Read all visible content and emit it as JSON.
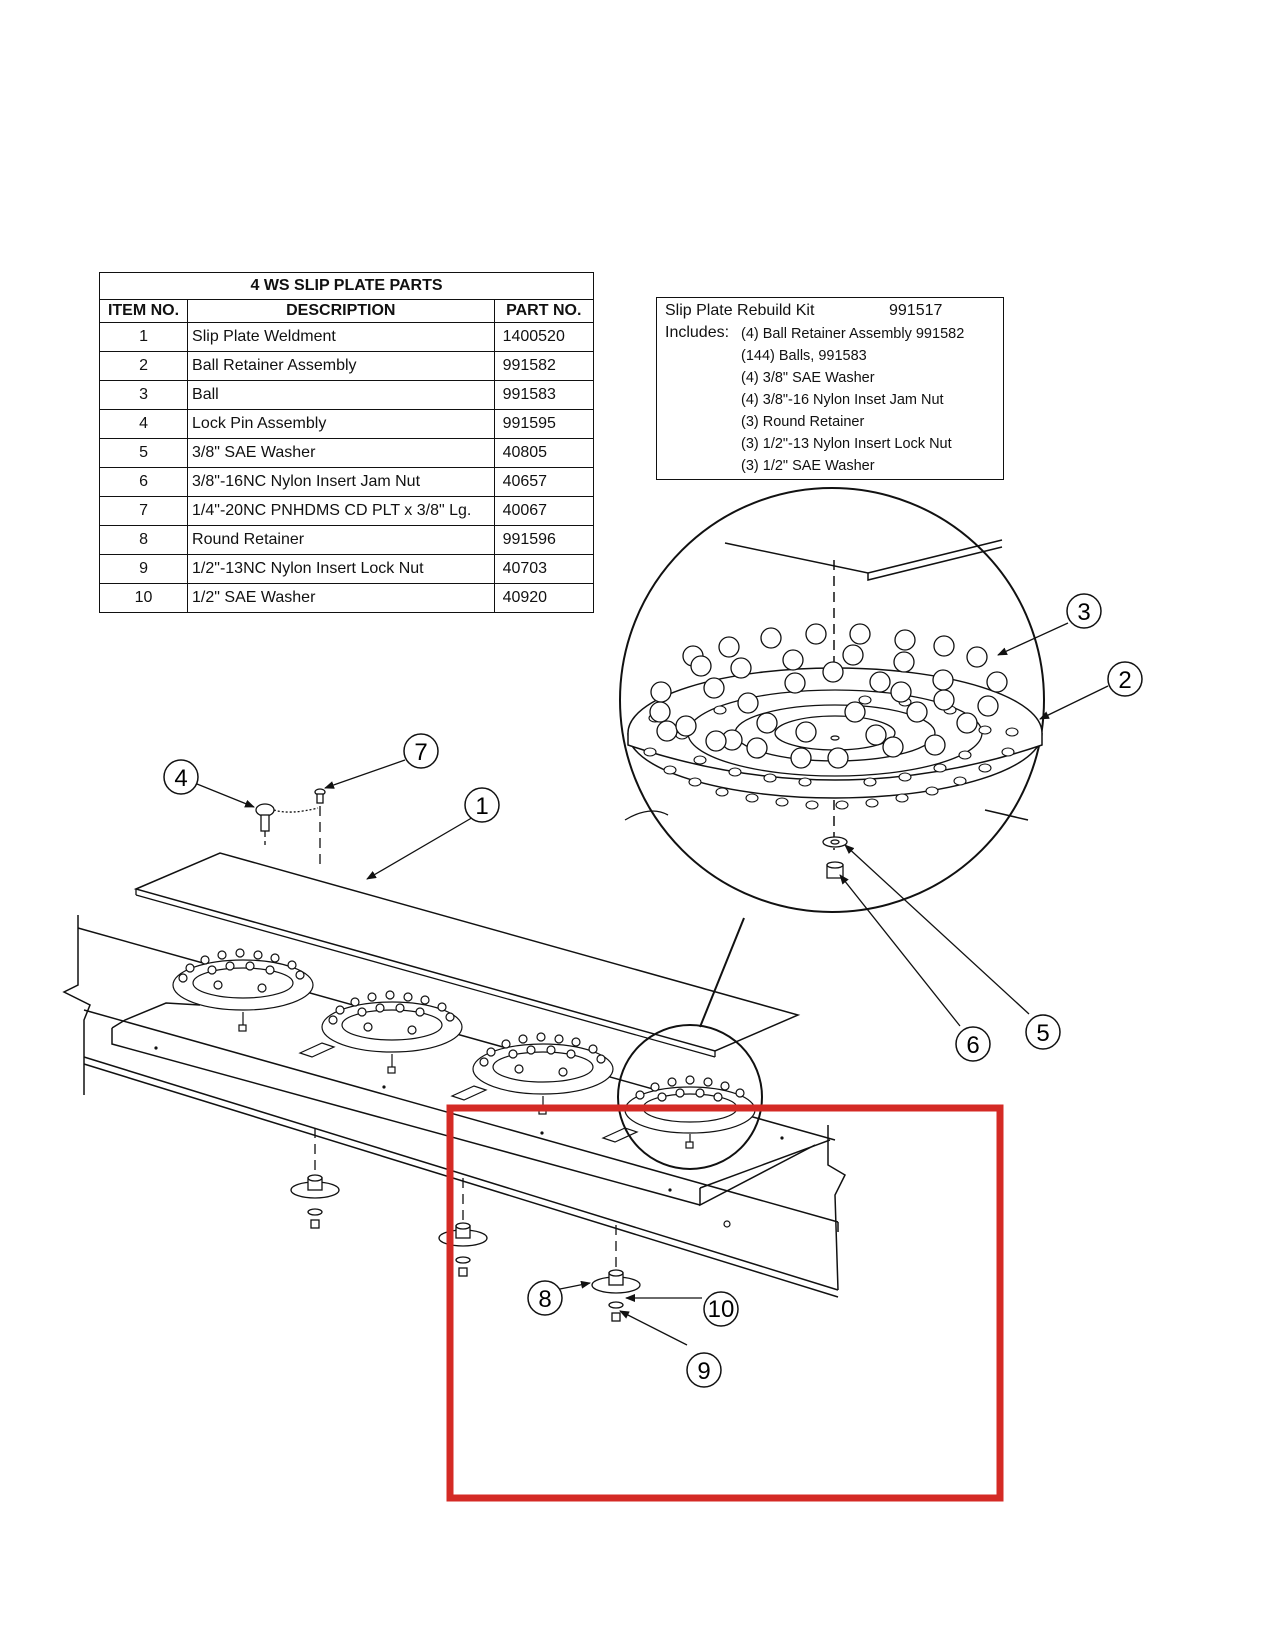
{
  "parts_table": {
    "title": "4 WS SLIP PLATE PARTS",
    "headers": [
      "ITEM NO.",
      "DESCRIPTION",
      "PART NO."
    ],
    "rows": [
      {
        "item": "1",
        "description": "Slip Plate Weldment",
        "part": "1400520"
      },
      {
        "item": "2",
        "description": "Ball Retainer Assembly",
        "part": "991582"
      },
      {
        "item": "3",
        "description": "Ball",
        "part": "991583"
      },
      {
        "item": "4",
        "description": "Lock Pin Assembly",
        "part": "991595"
      },
      {
        "item": "5",
        "description": "3/8\" SAE Washer",
        "part": "40805"
      },
      {
        "item": "6",
        "description": "3/8\"-16NC Nylon Insert Jam Nut",
        "part": "40657"
      },
      {
        "item": "7",
        "description": "1/4\"-20NC PNHDMS CD PLT x 3/8\" Lg.",
        "part": "40067"
      },
      {
        "item": "8",
        "description": "Round Retainer",
        "part": "991596"
      },
      {
        "item": "9",
        "description": "1/2\"-13NC Nylon Insert Lock Nut",
        "part": "40703"
      },
      {
        "item": "10",
        "description": "1/2\" SAE Washer",
        "part": "40920"
      }
    ]
  },
  "kit": {
    "name": "Slip Plate Rebuild Kit",
    "number": "991517",
    "includes_label": "Includes:",
    "items": [
      "(4) Ball Retainer Assembly 991582",
      "(144) Balls, 991583",
      "(4) 3/8\" SAE Washer",
      "(4) 3/8\"-16 Nylon Inset Jam Nut",
      "(3) Round Retainer",
      "(3) 1/2\"-13 Nylon Insert Lock Nut",
      "(3) 1/2\" SAE Washer"
    ]
  },
  "callouts": [
    "1",
    "2",
    "3",
    "4",
    "5",
    "6",
    "7",
    "8",
    "9",
    "10"
  ],
  "highlight_color": "#d42a25"
}
